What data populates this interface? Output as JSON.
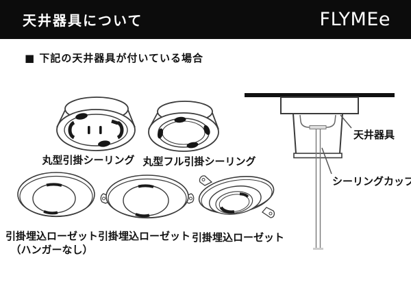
{
  "header": {
    "title": "天井器具について",
    "logo": "FLYMEe"
  },
  "section_heading": "■ 下記の天井器具が付いている場合",
  "fixtures": [
    {
      "label": "丸型引掛シーリング"
    },
    {
      "label": "丸型フル引掛シーリング"
    },
    {
      "label": "引掛埋込ローゼット",
      "sublabel": "（ハンガーなし）"
    },
    {
      "label": "引掛埋込ローゼット"
    },
    {
      "label": "引掛埋込ローゼット"
    }
  ],
  "installation_diagram": {
    "ceiling_fixture_label": "天井器具",
    "ceiling_cup_label": "シーリングカップ"
  },
  "colors": {
    "header_bg": "#0c0c0c",
    "header_text": "#ffffff",
    "line_art": "#3a3a3a",
    "text": "#111111"
  }
}
